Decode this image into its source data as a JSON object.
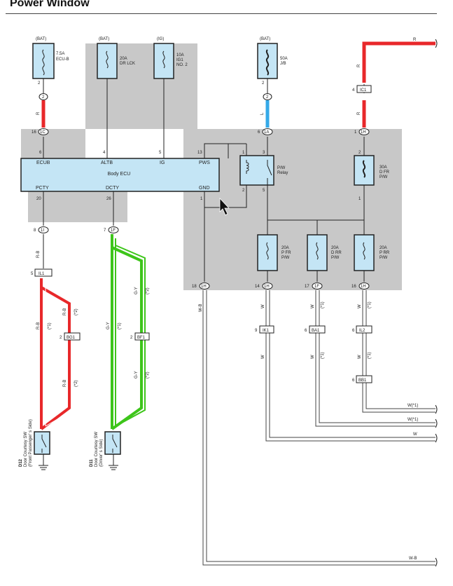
{
  "title": "Power Window",
  "fuses": [
    {
      "source": "(BAT)",
      "amp": "7.5A",
      "name": "ECU-B",
      "pin": "2",
      "connector": "2"
    },
    {
      "source": "(BAT)",
      "amp": "20A",
      "name": "DR LCK"
    },
    {
      "source": "(IG)",
      "amp": "10A",
      "name": "IG1",
      "name2": "NO. 2"
    },
    {
      "source": "(BAT)",
      "amp": "50A",
      "name": "J/B",
      "pin": "2",
      "connector": "2"
    },
    {
      "amp": "30A",
      "name": "D FR",
      "name2": "P/W"
    },
    {
      "amp": "20A",
      "name": "P FR",
      "name2": "P/W"
    },
    {
      "amp": "20A",
      "name": "D RR",
      "name2": "P/W"
    },
    {
      "amp": "20A",
      "name": "P RR",
      "name2": "P/W"
    }
  ],
  "ecu": {
    "name": "Body ECU",
    "pins_top": [
      {
        "num": "6",
        "label": "ECUB"
      },
      {
        "num": "4",
        "label": "ALTB"
      },
      {
        "num": "5",
        "label": "IG"
      },
      {
        "num": "13",
        "label": "PWS"
      }
    ],
    "pins_bottom": [
      {
        "num": "20",
        "label": "PCTY"
      },
      {
        "num": "26",
        "label": "DCTY"
      },
      {
        "num": "1",
        "label": "GND"
      }
    ]
  },
  "relay": {
    "name": "P/W",
    "name2": "Relay",
    "pins": [
      "1",
      "3",
      "2",
      "5"
    ]
  },
  "connectors": [
    {
      "pin": "16",
      "id": "1C"
    },
    {
      "pin": "6",
      "id": "1A"
    },
    {
      "pin": "1",
      "id": "1H"
    },
    {
      "pin": "4",
      "id": "IC1"
    },
    {
      "pin": "8",
      "id": "1I"
    },
    {
      "pin": "7",
      "id": "1F"
    },
    {
      "pin": "5",
      "id": "IL1"
    },
    {
      "pin": "2",
      "id": "BG1"
    },
    {
      "pin": "2",
      "id": "BF1"
    },
    {
      "pin": "18",
      "id": "1H"
    },
    {
      "pin": "14",
      "id": "1H"
    },
    {
      "pin": "17",
      "id": "1F"
    },
    {
      "pin": "16",
      "id": "1H"
    },
    {
      "pin": "9",
      "id": "IK1"
    },
    {
      "pin": "6",
      "id": "BA1"
    },
    {
      "pin": "6",
      "id": "IL2"
    },
    {
      "pin": "6",
      "id": "BB1"
    }
  ],
  "pins_misc": [
    "1",
    "2",
    "3",
    "13",
    "1",
    "1",
    "2",
    "2",
    "1",
    "1"
  ],
  "wire_colors": {
    "r": "R",
    "l": "L",
    "rb": "R-B",
    "gy": "G-Y",
    "w": "W",
    "wb": "W-B"
  },
  "wire_notes": {
    "m1": "(*1)",
    "m2": "(*2)"
  },
  "right_exits": [
    "R",
    "W(*1)",
    "W(*1)",
    "W",
    "W-B"
  ],
  "switches": [
    {
      "code": "D12",
      "name": "Door Courtesy SW",
      "side": "(Front Passenger' s Side)"
    },
    {
      "code": "D11",
      "name": "Door Courtesy SW",
      "side": "(Driver' s Side)"
    }
  ],
  "colors": {
    "red": "#e8282a",
    "green": "#3dc51a",
    "blue": "#35a9e8",
    "ecu_fill": "#c4e5f5",
    "panel": "#c8c8c8"
  }
}
